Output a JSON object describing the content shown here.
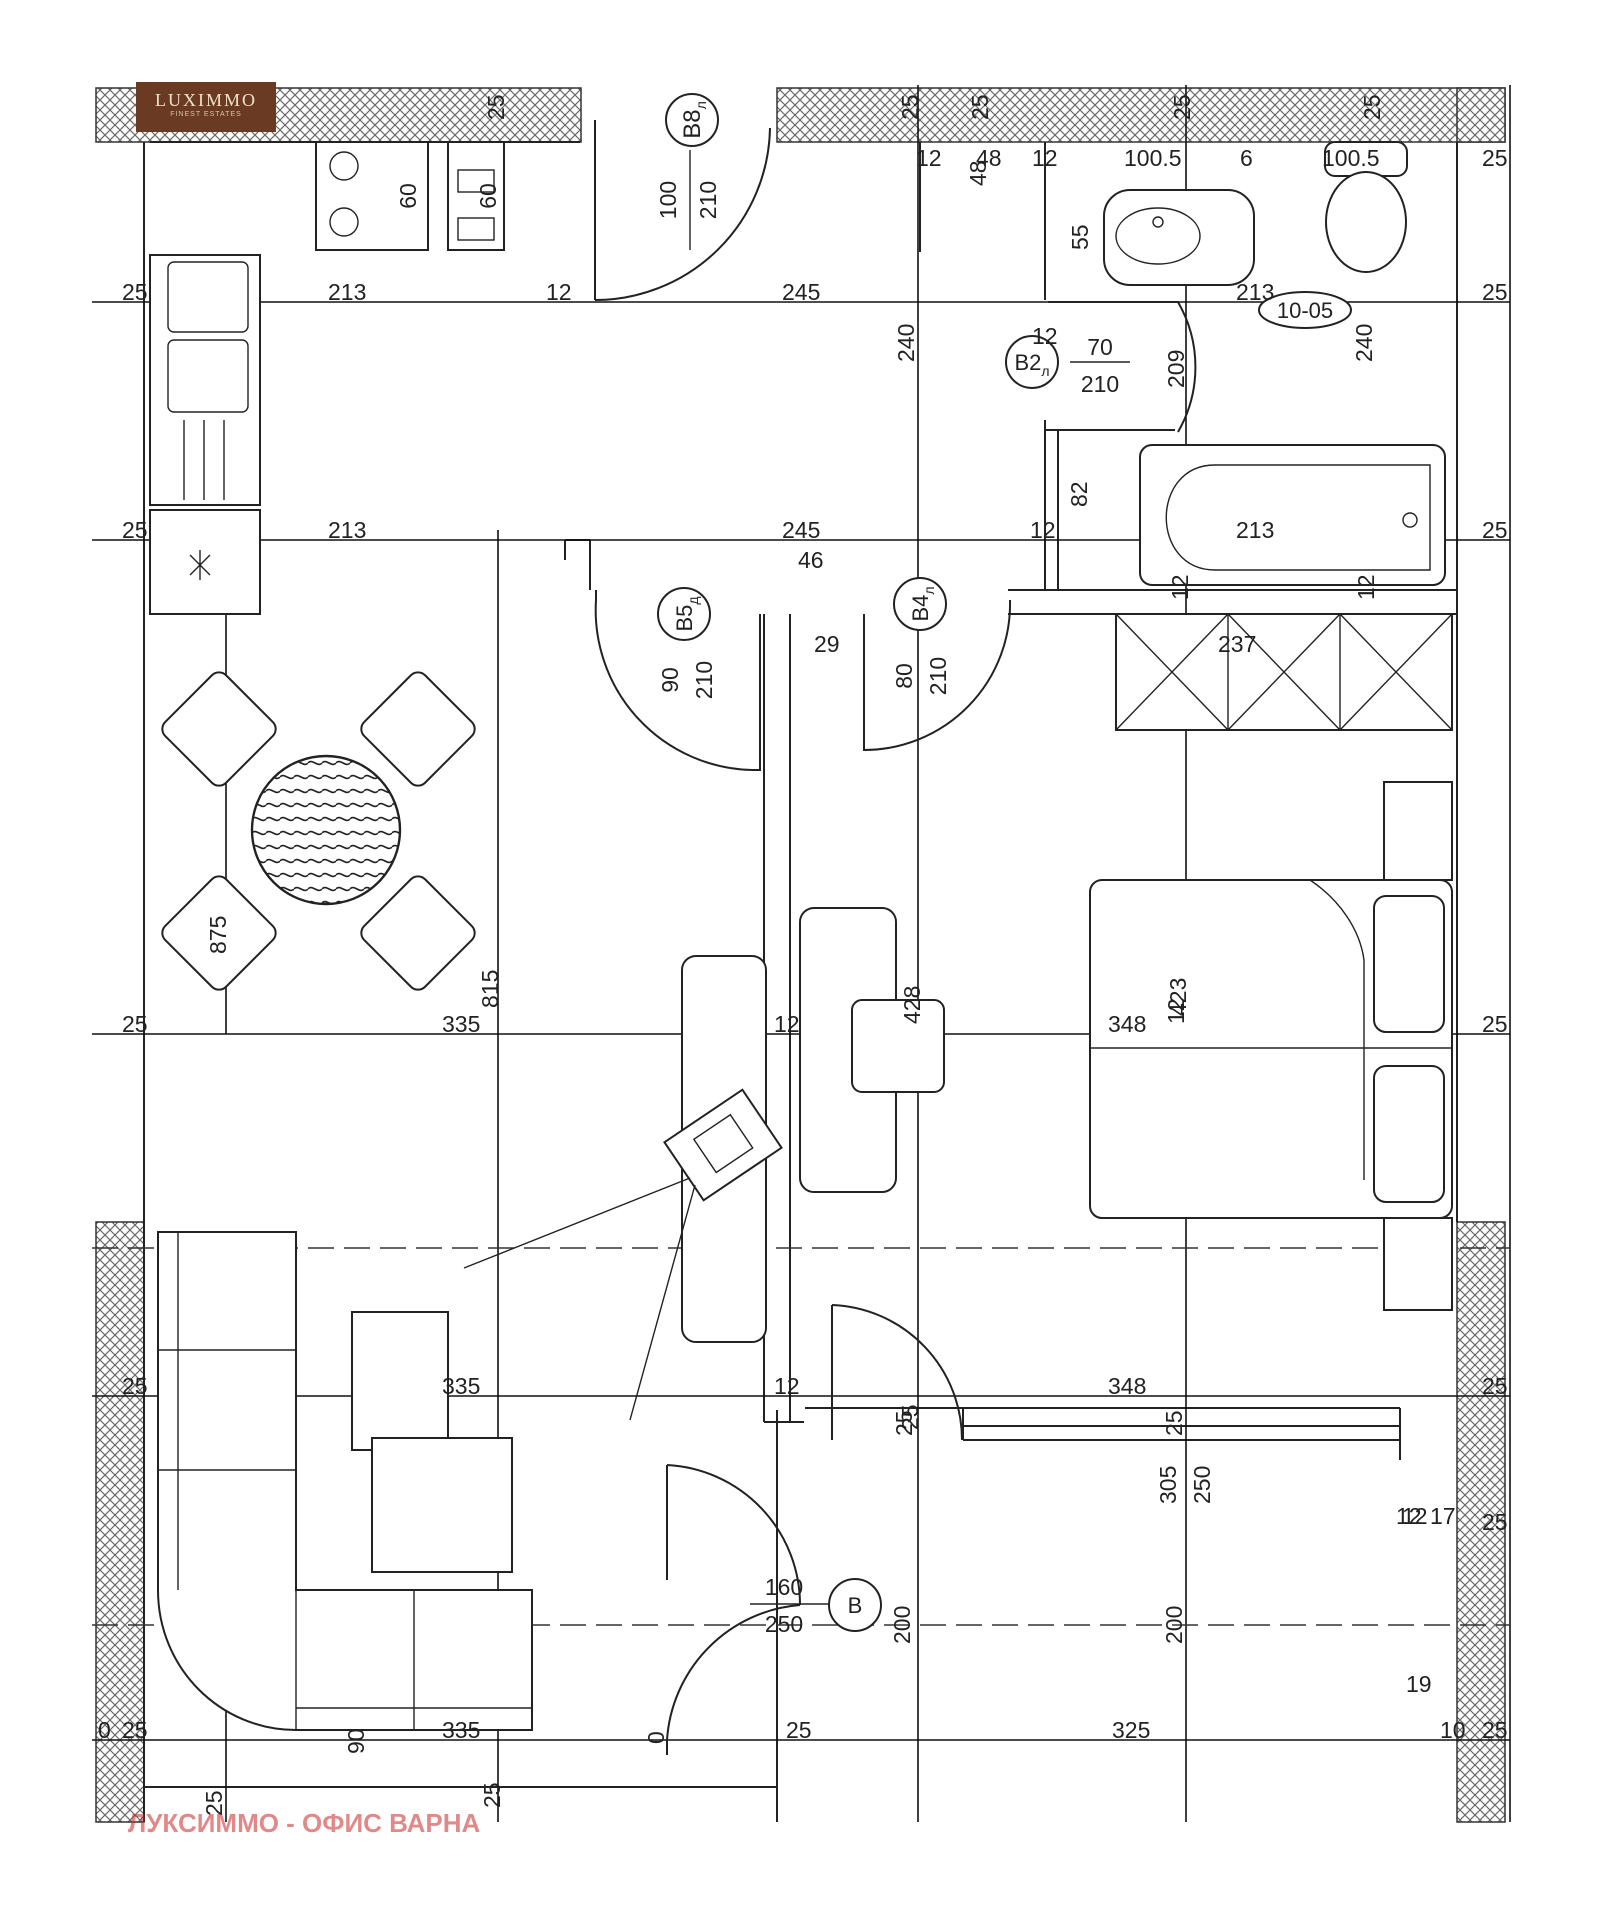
{
  "logo": {
    "name": "LUXIMMO",
    "tagline": "FINEST ESTATES"
  },
  "watermark": "ЛУКСИММО - ОФИС ВАРНА",
  "colors": {
    "logo_bg": "#6b3a22",
    "logo_text": "#f1e2c8",
    "watermark": "#c82828",
    "ink": "#222222"
  },
  "door_tags": [
    {
      "label": "B8",
      "sub": "л",
      "width": "100",
      "height": "210"
    },
    {
      "label": "B2",
      "sub": "л",
      "width": "70",
      "height": "210"
    },
    {
      "label": "B5",
      "sub": "д",
      "width": "90",
      "height": "210"
    },
    {
      "label": "B4",
      "sub": "л",
      "width": "80",
      "height": "210"
    },
    {
      "label": "B",
      "sub": "",
      "width": "160",
      "height": "250"
    }
  ],
  "room_code": "10-05",
  "appliance_labels": [
    "60",
    "60"
  ],
  "dimensions": [
    "25",
    "25",
    "25",
    "25",
    "25",
    "25",
    "25",
    "25",
    "25",
    "25",
    "25",
    "25",
    "25",
    "25",
    "25",
    "25",
    "25",
    "25",
    "213",
    "213",
    "213",
    "213",
    "245",
    "245",
    "12",
    "12",
    "12",
    "12",
    "12",
    "12",
    "12",
    "12",
    "12",
    "12",
    "48",
    "48",
    "100.5",
    "100.5",
    "6",
    "55",
    "240",
    "240",
    "209",
    "82",
    "46",
    "29",
    "237",
    "875",
    "815",
    "335",
    "335",
    "335",
    "12",
    "428",
    "348",
    "423",
    "348",
    "25",
    "25",
    "305",
    "250",
    "12",
    "17",
    "200",
    "200",
    "19",
    "10",
    "0",
    "90",
    "0",
    "25",
    "325",
    "25",
    "25"
  ]
}
